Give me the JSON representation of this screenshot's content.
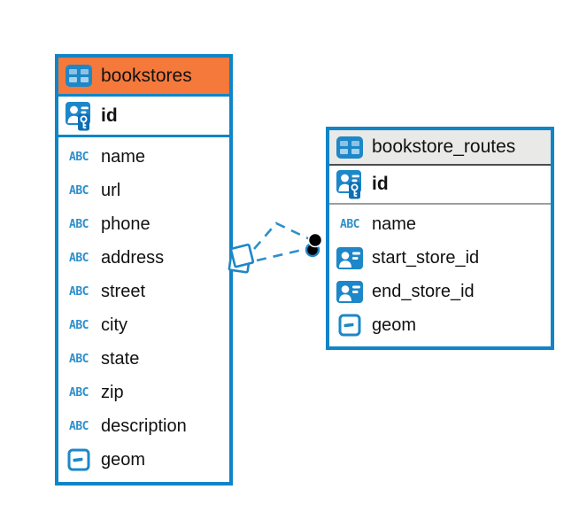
{
  "app": {
    "background": "#ffffff",
    "view": "entity-relationship-diagram"
  },
  "colors": {
    "accent_blue": "#0F85C8",
    "selected_header_orange": "#F5793B",
    "header_gray": "#E9E9E7",
    "relationship_blue": "#2E8FCB",
    "icon_blue": "#1D87C8",
    "key_chip_blue": "#0D6FB5",
    "text_black": "#111111"
  },
  "icons": {
    "text_type_label": "ABC"
  },
  "tables": [
    {
      "name": "bookstores",
      "header_style": "orange-selected",
      "primary_key": "id",
      "columns": [
        {
          "name": "name",
          "type_icon": "text-type-icon"
        },
        {
          "name": "url",
          "type_icon": "text-type-icon"
        },
        {
          "name": "phone",
          "type_icon": "text-type-icon"
        },
        {
          "name": "address",
          "type_icon": "text-type-icon"
        },
        {
          "name": "street",
          "type_icon": "text-type-icon"
        },
        {
          "name": "city",
          "type_icon": "text-type-icon"
        },
        {
          "name": "state",
          "type_icon": "text-type-icon"
        },
        {
          "name": "zip",
          "type_icon": "text-type-icon"
        },
        {
          "name": "description",
          "type_icon": "text-type-icon"
        },
        {
          "name": "geom",
          "type_icon": "geometry-type-icon"
        }
      ]
    },
    {
      "name": "bookstore_routes",
      "header_style": "gray",
      "primary_key": "id",
      "columns": [
        {
          "name": "name",
          "type_icon": "text-type-icon"
        },
        {
          "name": "start_store_id",
          "type_icon": "foreign-key-icon"
        },
        {
          "name": "end_store_id",
          "type_icon": "foreign-key-icon"
        },
        {
          "name": "geom",
          "type_icon": "geometry-type-icon"
        }
      ]
    }
  ],
  "relationships": [
    {
      "from_table": "bookstores",
      "to_table": "bookstore_routes",
      "via": "start_store_id",
      "line_style": "dashed"
    },
    {
      "from_table": "bookstores",
      "to_table": "bookstore_routes",
      "via": "end_store_id",
      "line_style": "dashed"
    }
  ]
}
